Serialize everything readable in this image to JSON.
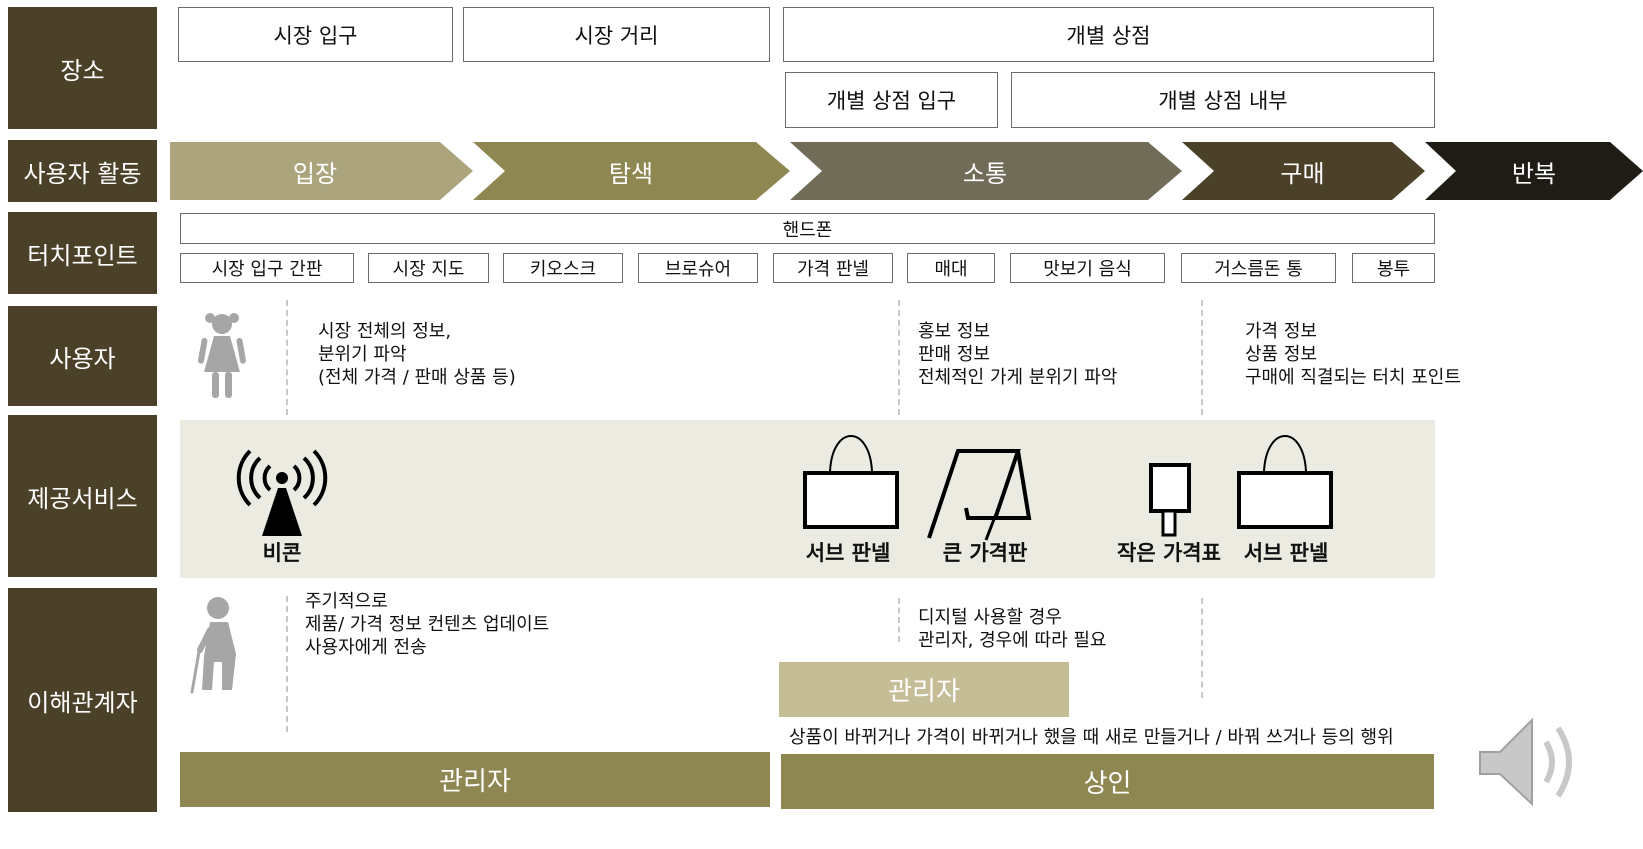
{
  "rows": {
    "location": "장소",
    "activity": "사용자 활동",
    "touchpoint": "터치포인트",
    "user": "사용자",
    "service": "제공서비스",
    "stakeholder": "이해관계자"
  },
  "locations": {
    "market_entrance": "시장 입구",
    "market_street": "시장 거리",
    "individual_store": "개별 상점",
    "store_entrance": "개별 상점 입구",
    "store_interior": "개별 상점 내부"
  },
  "activities": [
    "입장",
    "탐색",
    "소통",
    "구매",
    "반복"
  ],
  "touchpoints": {
    "phone": "핸드폰",
    "items": [
      "시장 입구 간판",
      "시장 지도",
      "키오스크",
      "브로슈어",
      "가격 판넬",
      "매대",
      "맛보기 음식",
      "거스름돈 통",
      "봉투"
    ]
  },
  "user_notes": [
    "시장 전체의 정보,\n분위기 파악\n(전체 가격 / 판매 상품 등)",
    "홍보 정보\n판매 정보\n전체적인 가게 분위기 파악",
    "가격 정보\n상품 정보\n구매에 직결되는 터치 포인트"
  ],
  "services": {
    "beacon": "비콘",
    "sub_panel_1": "서브 판넬",
    "big_price_board": "큰 가격판",
    "small_price_tag": "작은 가격표",
    "sub_panel_2": "서브 판넬"
  },
  "stakeholder_notes": {
    "periodic": "주기적으로\n제품/ 가격 정보 컨텐츠 업데이트\n사용자에게 전송",
    "digital": "디지털 사용할 경우\n관리자, 경우에 따라 필요",
    "manager_mid": "관리자",
    "merchant_action": "상품이 바뀌거나 가격이 바뀌거나 했을 때 새로 만들거나 / 바꿔 쓰거나 등의 행위",
    "manager_bar": "관리자",
    "merchant_bar": "상인"
  },
  "colors": {
    "label_bg": "#4a4128",
    "arrow1": "#aba47c",
    "arrow2": "#8f8752",
    "arrow3": "#706c58",
    "arrow4": "#4a4128",
    "arrow5": "#1e1c14",
    "service_bg": "#ecebe1",
    "manager_mid_bg": "#c5bd96",
    "bar_bg": "#8f8752"
  }
}
